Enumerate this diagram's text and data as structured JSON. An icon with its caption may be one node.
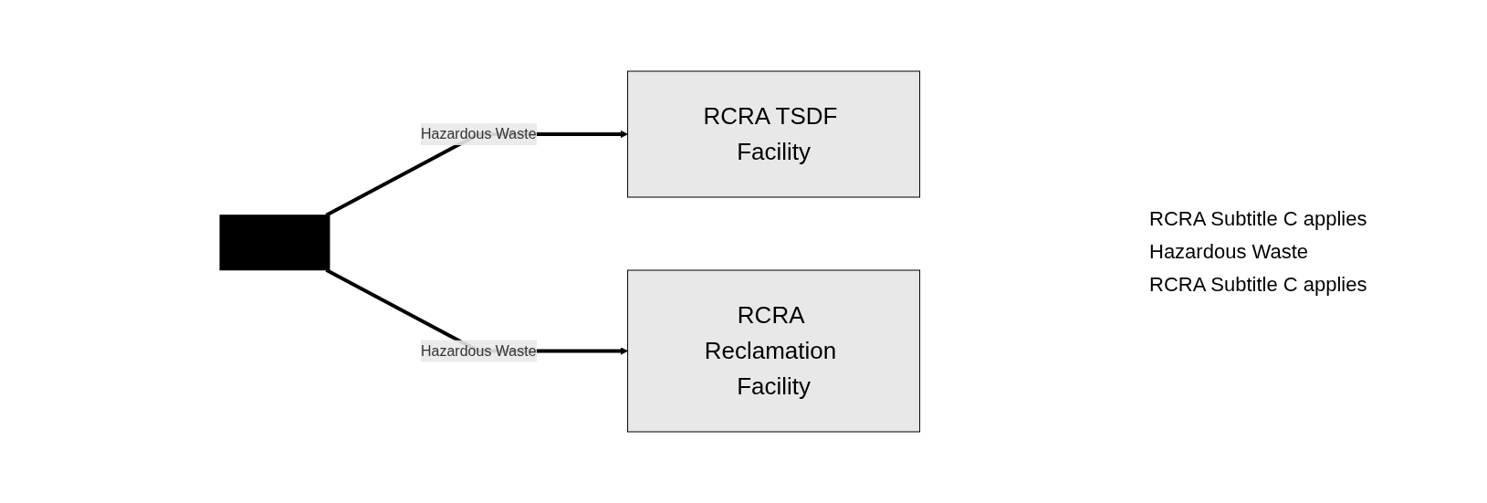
{
  "diagram": {
    "nodes": [
      {
        "text": [],
        "shape": "box"
      },
      {
        "text": [
          "RCRA TSDF Facility"
        ]
      },
      {
        "text": [
          "RCRA Reclamation Facility"
        ]
      }
    ],
    "edges": [
      {
        "from": 0,
        "to": 1,
        "arrow": "to",
        "label": "Hazardous Waste"
      },
      {
        "from": 0,
        "to": 2,
        "arrow": "to",
        "label": "Hazardous Waste"
      }
    ],
    "labels": [
      "RCRA Subtitle C applies",
      "Hazardous Waste",
      "RCRA Subtitle C applies"
    ]
  }
}
